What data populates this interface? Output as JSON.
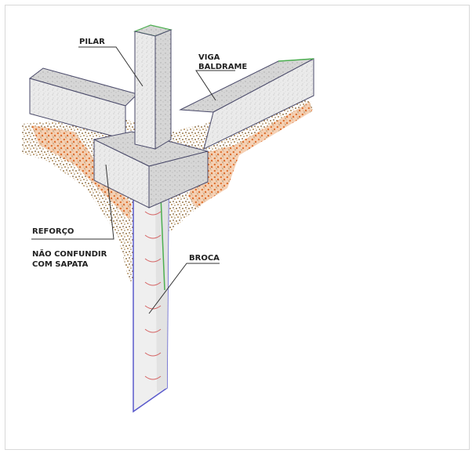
{
  "labels": {
    "pilar": "PILAR",
    "viga_line1": "VIGA",
    "viga_line2": "BALDRAME",
    "reforco": "REFORÇO",
    "note_line1": "NÃO CONFUNDIR",
    "note_line2": "COM SAPATA",
    "broca": "BROCA"
  },
  "colors": {
    "concrete": "#e4e4e4",
    "concrete_dark": "#c9c9c9",
    "outline": "#4a4a6a",
    "soil_brown": "#9a7a4a",
    "soil_orange": "#e0671e",
    "pillar_green": "#4caf50",
    "rebar_blue": "#5a5acc",
    "rebar_red": "#cc3333"
  }
}
